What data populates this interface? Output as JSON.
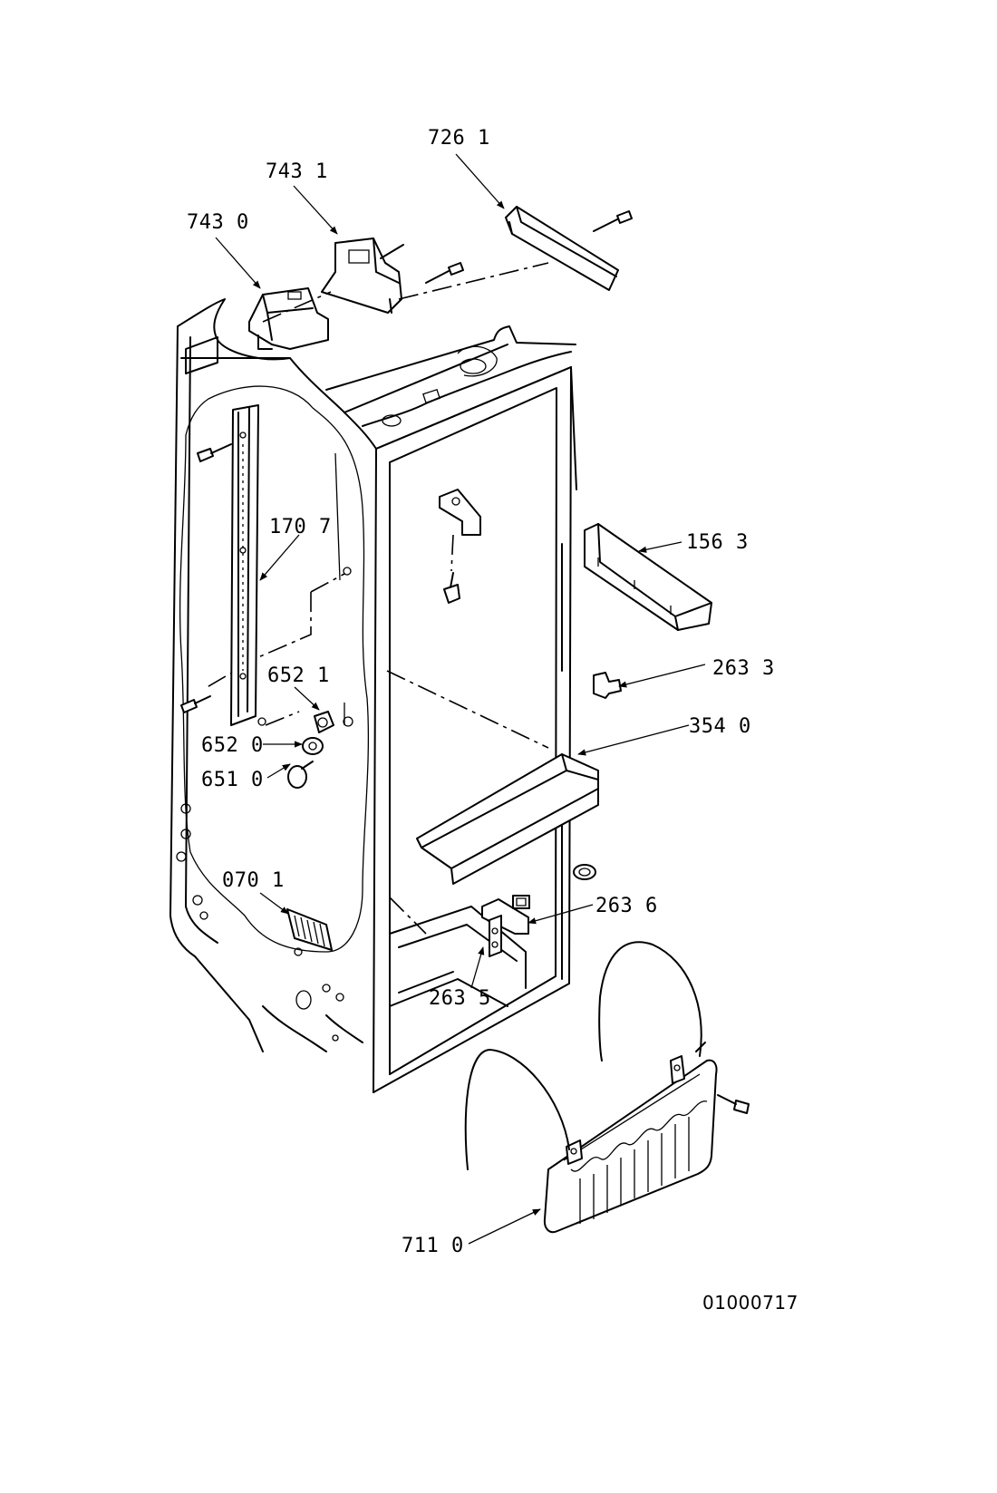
{
  "labels": {
    "l7261": "726 1",
    "l7431": "743 1",
    "l7430": "743 0",
    "l1707": "170 7",
    "l1563": "156 3",
    "l2633": "263 3",
    "l6521": "652 1",
    "l3540": "354 0",
    "l6520": "652 0",
    "l6510": "651 0",
    "l0701": "070 1",
    "l2636": "263 6",
    "l2635": "263 5",
    "l7110": "711 0"
  },
  "drawing_code": "01000717"
}
